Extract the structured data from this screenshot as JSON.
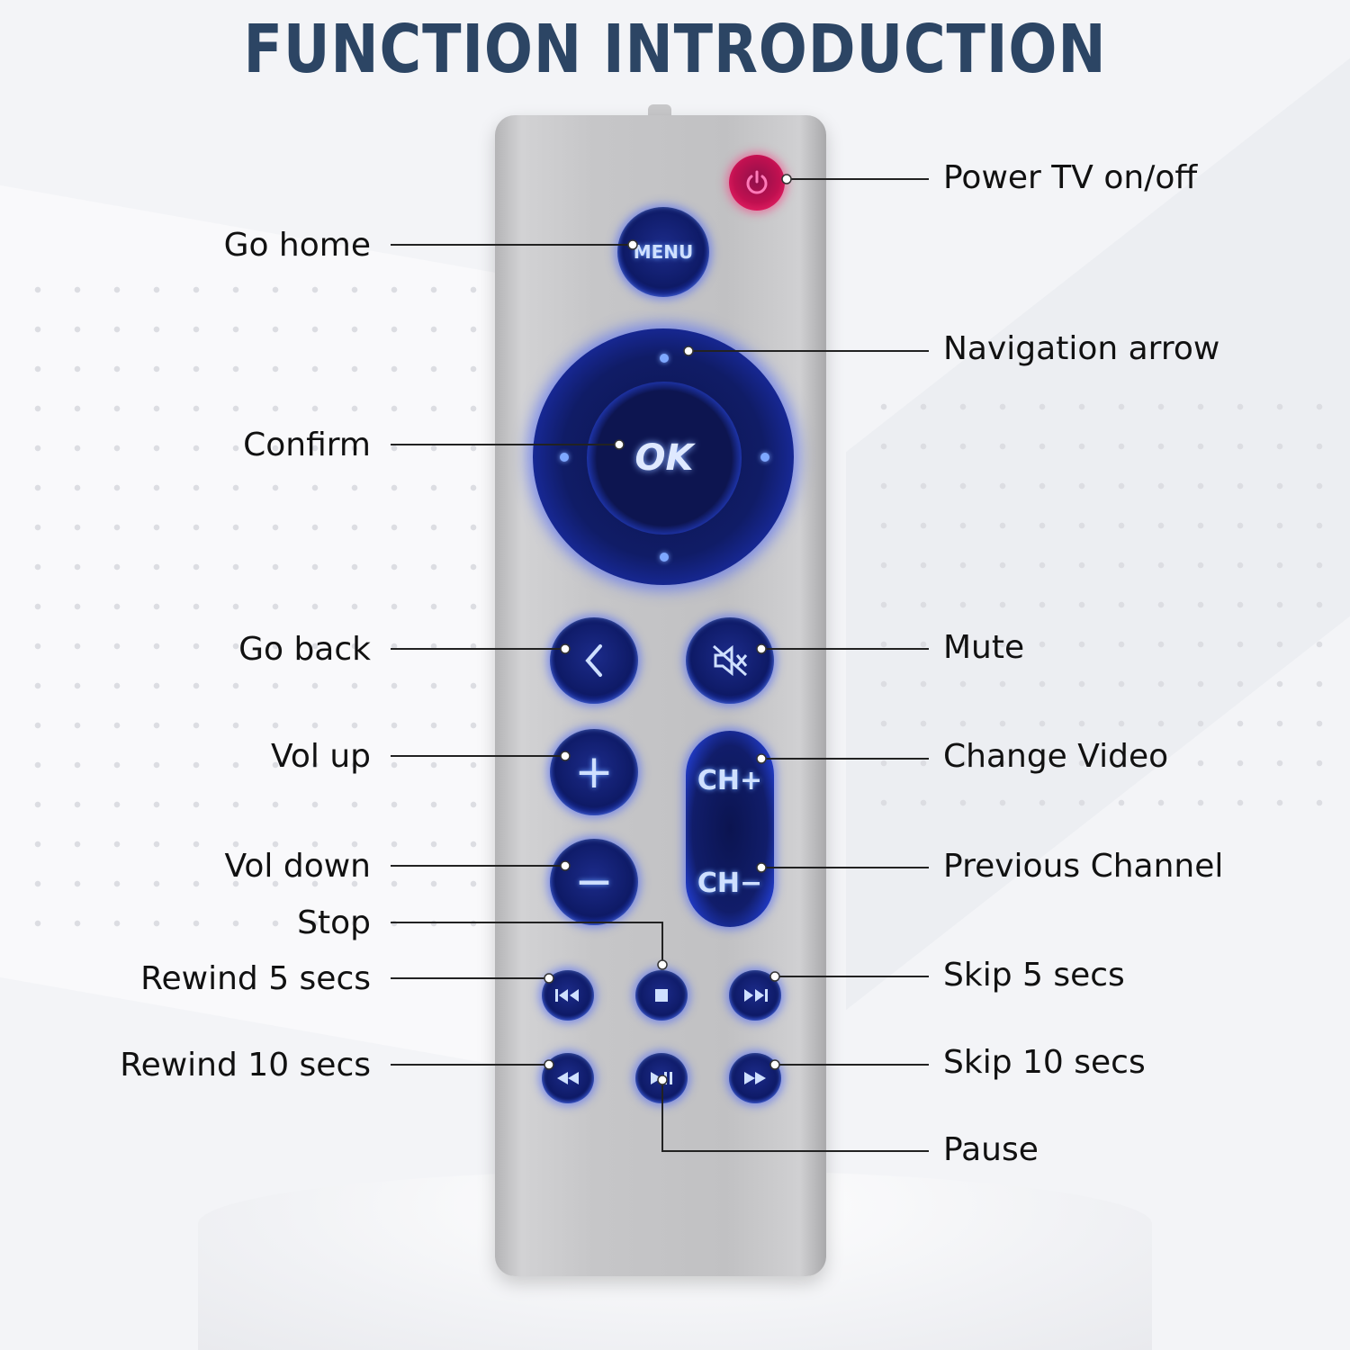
{
  "title": "FUNCTION INTRODUCTION",
  "remote_buttons": {
    "menu": "MENU",
    "ok": "OK",
    "ch_up": "CH+",
    "ch_down": "CH−",
    "plus": "+",
    "minus": "−"
  },
  "icons": {
    "power": "power-icon",
    "back": "chevron-left-icon",
    "mute": "mute-icon",
    "prev": "skip-back-icon",
    "stop": "stop-icon",
    "next": "skip-forward-icon",
    "rewind": "rewind-icon",
    "play_pause": "play-pause-icon",
    "fast_forward": "fast-forward-icon"
  },
  "labels_left": {
    "go_home": "Go home",
    "confirm": "Confirm",
    "go_back": "Go back",
    "vol_up": "Vol up",
    "vol_down": "Vol down",
    "stop": "Stop",
    "rewind5": "Rewind 5 secs",
    "rewind10": "Rewind 10 secs"
  },
  "labels_right": {
    "power": "Power TV on/off",
    "navigation": "Navigation arrow",
    "mute": "Mute",
    "change_video": "Change Video",
    "previous_channel": "Previous Channel",
    "skip5": "Skip 5 secs",
    "skip10": "Skip 10 secs",
    "pause": "Pause"
  },
  "colors": {
    "title": "#2c4564",
    "button_glow": "#3a5cff",
    "power_button": "#d0145a",
    "remote_body": "#c4c4c6"
  }
}
